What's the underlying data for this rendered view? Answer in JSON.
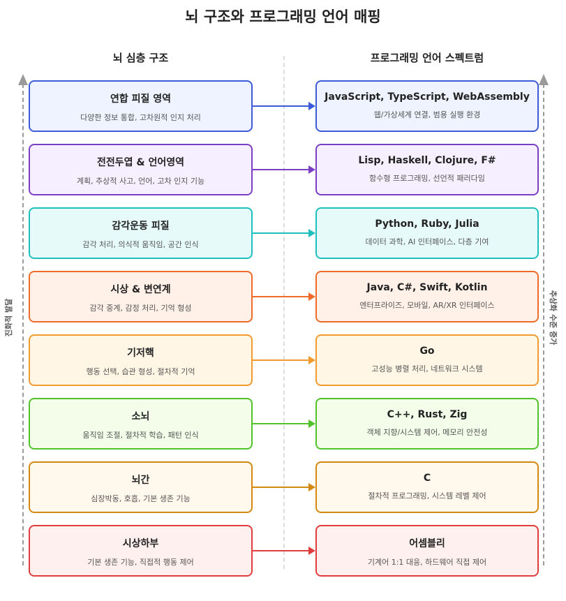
{
  "title": "뇌 구조와 프로그래밍 언어 매핑",
  "left_header": "뇌 심층 구조",
  "right_header": "프로그래밍 언어 스펙트럼",
  "left_axis_label": "진화적 발달",
  "right_axis_label": "추상화 수준 증가",
  "rows": [
    {
      "brain": {
        "name": "연합 피질 영역",
        "desc": "다양한 정보 통합, 고차원적 인지 처리"
      },
      "lang": {
        "name": "JavaScript, TypeScript, WebAssembly",
        "desc": "웹/가상세계 연결, 범용 실행 환경"
      },
      "color": "#3b5bdb"
    },
    {
      "brain": {
        "name": "전전두엽 & 언어영역",
        "desc": "계획, 추상적 사고, 언어, 고차 인지 기능"
      },
      "lang": {
        "name": "Lisp, Haskell, Clojure, F#",
        "desc": "함수형 프로그래밍, 선언적 패러다임"
      },
      "color": "#7b3fc4"
    },
    {
      "brain": {
        "name": "감각운동 피질",
        "desc": "감각 처리, 의식적 움직임, 공간 인식"
      },
      "lang": {
        "name": "Python, Ruby, Julia",
        "desc": "데이터 과학, AI 인터페이스, 다층 기여"
      },
      "color": "#1fbfbf"
    },
    {
      "brain": {
        "name": "시상 & 변연계",
        "desc": "감각 중계, 감정 처리, 기억 형성"
      },
      "lang": {
        "name": "Java, C#, Swift, Kotlin",
        "desc": "엔터프라이즈, 모바일, AR/XR 인터페이스"
      },
      "color": "#f06a2a"
    },
    {
      "brain": {
        "name": "기저핵",
        "desc": "행동 선택, 습관 형성, 절차적 기억"
      },
      "lang": {
        "name": "Go",
        "desc": "고성능 병렬 처리, 네트워크 시스템"
      },
      "color": "#f29a2e"
    },
    {
      "brain": {
        "name": "소뇌",
        "desc": "움직임 조절, 절차적 학습, 패턴 인식"
      },
      "lang": {
        "name": "C++, Rust, Zig",
        "desc": "객체 지향/시스템 제어, 메모리 안전성"
      },
      "color": "#52c22b"
    },
    {
      "brain": {
        "name": "뇌간",
        "desc": "심장박동, 호흡, 기본 생존 기능"
      },
      "lang": {
        "name": "C",
        "desc": "절차적 프로그래밍, 시스템 레벨 제어"
      },
      "color": "#d4880f"
    },
    {
      "brain": {
        "name": "시상하부",
        "desc": "기본 생존 기능, 직접적 행동 제어"
      },
      "lang": {
        "name": "어셈블리",
        "desc": "기계어 1:1 대응, 하드웨어 직접 제어"
      },
      "color": "#e23d3d"
    }
  ]
}
